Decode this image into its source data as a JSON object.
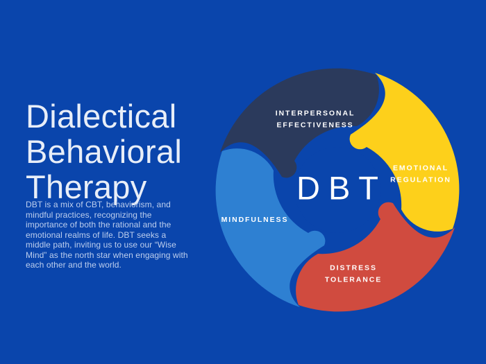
{
  "background": {
    "color": "#0a45ac"
  },
  "title": {
    "lines": [
      "Dialectical",
      "Behavioral",
      "Therapy"
    ],
    "color": "#e8eef8"
  },
  "description": {
    "text": "DBT is a mix of CBT, behaviorism, and mindful practices, recognizing the importance of both the rational and the emotional realms of life. DBT seeks a middle path, inviting us to use our “Wise Mind” as the north star when engaging with each other and the world.",
    "color": "#bdcfee"
  },
  "diagram": {
    "center_label": "DBT",
    "center_circle_color": "#0a45ac",
    "label_color": "#ffffff",
    "segments": [
      {
        "name": "interpersonal-effectiveness",
        "label_lines": [
          "INTERPERSONAL",
          "EFFECTIVENESS"
        ],
        "color": "#2b3a5c",
        "position": "top"
      },
      {
        "name": "emotional-regulation",
        "label_lines": [
          "EMOTIONAL",
          "REGULATION"
        ],
        "color": "#fdd01b",
        "position": "right"
      },
      {
        "name": "distress-tolerance",
        "label_lines": [
          "DISTRESS",
          "TOLERANCE"
        ],
        "color": "#d04b3f",
        "position": "bottom"
      },
      {
        "name": "mindfulness",
        "label_lines": [
          "MINDFULNESS"
        ],
        "color": "#2e80d2",
        "position": "left"
      }
    ]
  }
}
